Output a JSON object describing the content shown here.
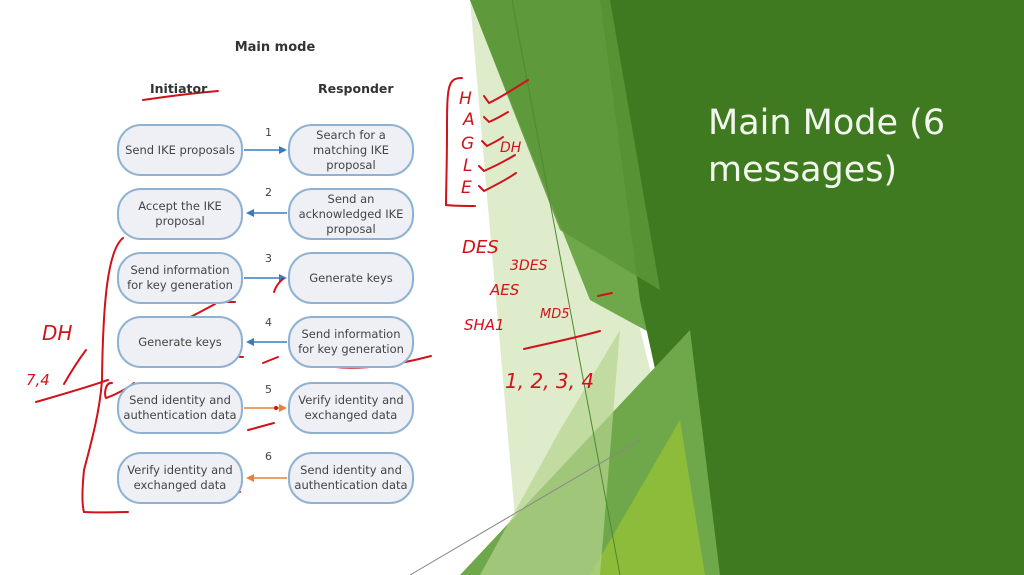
{
  "slide": {
    "title": "Main Mode (6 messages)",
    "colors": {
      "dark_green": "#3f7a21",
      "mid_green": "#6ea84a",
      "light_green": "#8dbb3a",
      "pale_green": "#dfeccb",
      "ink_red": "#d0121b",
      "box_border": "#8fb2d3",
      "box_fill": "#eef0f6",
      "arrow_blue": "#3a7bbf",
      "arrow_orange": "#e8803a"
    }
  },
  "diagram": {
    "title": "Main mode",
    "initiator_label": "Initiator",
    "responder_label": "Responder",
    "steps": [
      {
        "num": "1",
        "initiator": "Send IKE proposals",
        "responder": "Search for a matching IKE proposal",
        "direction": "right",
        "arrow_color": "blue"
      },
      {
        "num": "2",
        "initiator": "Accept the IKE proposal",
        "responder": "Send an acknowledged IKE proposal",
        "direction": "left",
        "arrow_color": "blue"
      },
      {
        "num": "3",
        "initiator": "Send information for key generation",
        "responder": "Generate keys",
        "direction": "right",
        "arrow_color": "blue"
      },
      {
        "num": "4",
        "initiator": "Generate keys",
        "responder": "Send information for key generation",
        "direction": "left",
        "arrow_color": "blue"
      },
      {
        "num": "5",
        "initiator": "Send identity and authentication data",
        "responder": "Verify identity and exchanged data",
        "direction": "right",
        "arrow_color": "orange"
      },
      {
        "num": "6",
        "initiator": "Verify identity and exchanged data",
        "responder": "Send identity and authentication data",
        "direction": "left",
        "arrow_color": "orange"
      }
    ]
  },
  "annotations": {
    "hagle_list": [
      "H",
      "A",
      "G",
      "L",
      "E"
    ],
    "dh_note": "DH",
    "algorithms": [
      "DES",
      "3DES",
      "AES",
      "SHA1",
      "MD5"
    ],
    "message_numbers": "1, 2, 3, 4",
    "left_note_top": "DH",
    "left_note_bottom": "7,4"
  }
}
